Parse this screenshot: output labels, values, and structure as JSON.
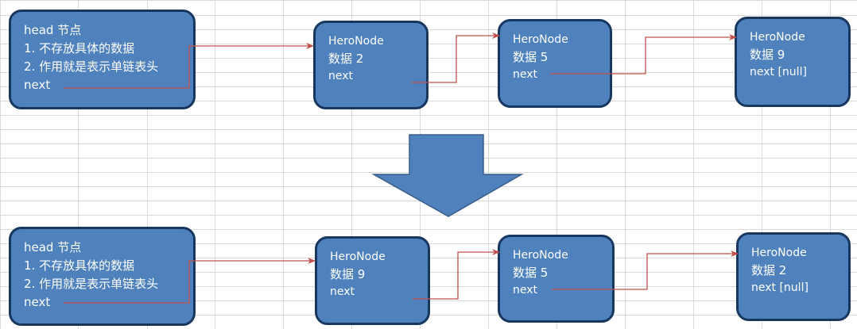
{
  "colors": {
    "node_fill": "#4f81bd",
    "node_border": "#17375e",
    "node_text": "#ffffff",
    "link_line": "#c0504d",
    "grid_line": "#d9d9d9",
    "arrow_fill": "#4f81bd"
  },
  "before": {
    "head": {
      "title": "head 节点",
      "note1": "1. 不存放具体的数据",
      "note2": "2. 作用就是表示单链表头",
      "next": "next"
    },
    "nodes": [
      {
        "name": "HeroNode",
        "data": "数据 2",
        "next": "next"
      },
      {
        "name": "HeroNode",
        "data": "数据 5",
        "next": "next"
      },
      {
        "name": "HeroNode",
        "data": "数据 9",
        "next": "next [null]"
      }
    ]
  },
  "after": {
    "head": {
      "title": "head 节点",
      "note1": "1. 不存放具体的数据",
      "note2": "2. 作用就是表示单链表头",
      "next": "next"
    },
    "nodes": [
      {
        "name": "HeroNode",
        "data": "数据 9",
        "next": "next"
      },
      {
        "name": "HeroNode",
        "data": "数据 5",
        "next": "next"
      },
      {
        "name": "HeroNode",
        "data": "数据 2",
        "next": "next [null]"
      }
    ]
  }
}
